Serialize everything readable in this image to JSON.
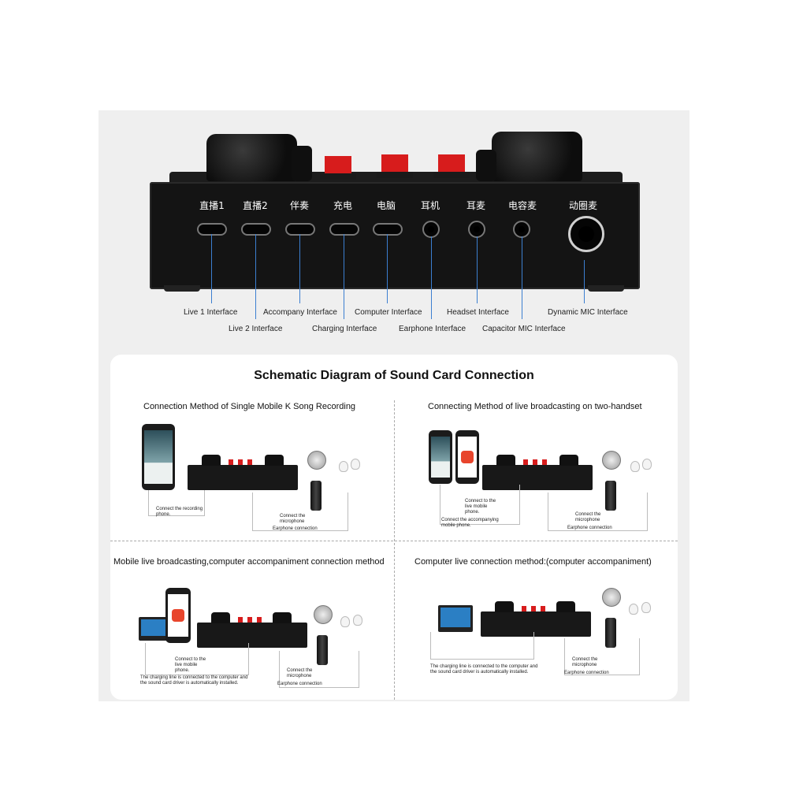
{
  "ports": [
    {
      "label": "直播1",
      "caption": "Live 1 Interface"
    },
    {
      "label": "直播2",
      "caption": "Live 2 Interface"
    },
    {
      "label": "伴奏",
      "caption": "Accompany Interface"
    },
    {
      "label": "充电",
      "caption": "Charging Interface"
    },
    {
      "label": "电脑",
      "caption": "Computer Interface"
    },
    {
      "label": "耳机",
      "caption": "Earphone Interface"
    },
    {
      "label": "耳麦",
      "caption": "Headset Interface"
    },
    {
      "label": "电容麦",
      "caption": "Capacitor MIC Interface"
    },
    {
      "label": "动圈麦",
      "caption": "Dynamic MIC Interface"
    }
  ],
  "schematic": {
    "title": "Schematic Diagram of Sound Card Connection",
    "q1": {
      "title": "Connection Method of Single Mobile K Song Recording",
      "label_phone": "Connect the recording phone.",
      "label_mic": "Connect the microphone",
      "label_earphone": "Earphone connection"
    },
    "q2": {
      "title": "Connecting Method of live broadcasting on two-handset",
      "label_live": "Connect to the live mobile phone.",
      "label_accomp": "Connect the accompanying mobile phone.",
      "label_mic": "Connect the microphone",
      "label_earphone": "Earphone connection"
    },
    "q3": {
      "title": "Mobile live broadcasting,computer accompaniment connection method",
      "label_live": "Connect to the live mobile phone.",
      "label_charging": "The charging line is connected to the computer and the sound card driver is automatically installed.",
      "label_mic": "Connect the microphone",
      "label_earphone": "Earphone connection"
    },
    "q4": {
      "title": "Computer live connection method:(computer accompaniment)",
      "label_charging": "The charging line is connected to the computer and the sound card driver is automatically installed.",
      "label_mic": "Connect the microphone",
      "label_earphone": "Earphone connection"
    }
  },
  "colors": {
    "accent_red": "#d71c1c",
    "line_blue": "#3c7fd0",
    "device_black": "#141414"
  }
}
